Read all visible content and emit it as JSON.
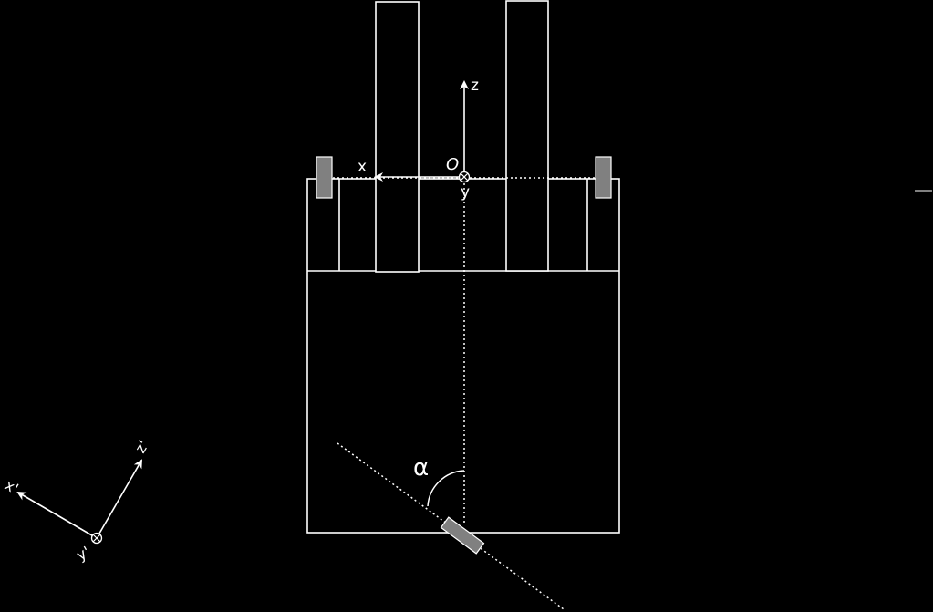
{
  "colors": {
    "background": "#000000",
    "stroke": "#ffffff",
    "sensor_fill": "#808080"
  },
  "labels": {
    "origin": "O",
    "x": "x",
    "y": "y",
    "z": "z",
    "x_prime": "x'",
    "y_prime": "y'",
    "z_prime": "z'",
    "angle": "α"
  },
  "icons": {
    "out_of_plane_axis": "circled-x-icon"
  }
}
